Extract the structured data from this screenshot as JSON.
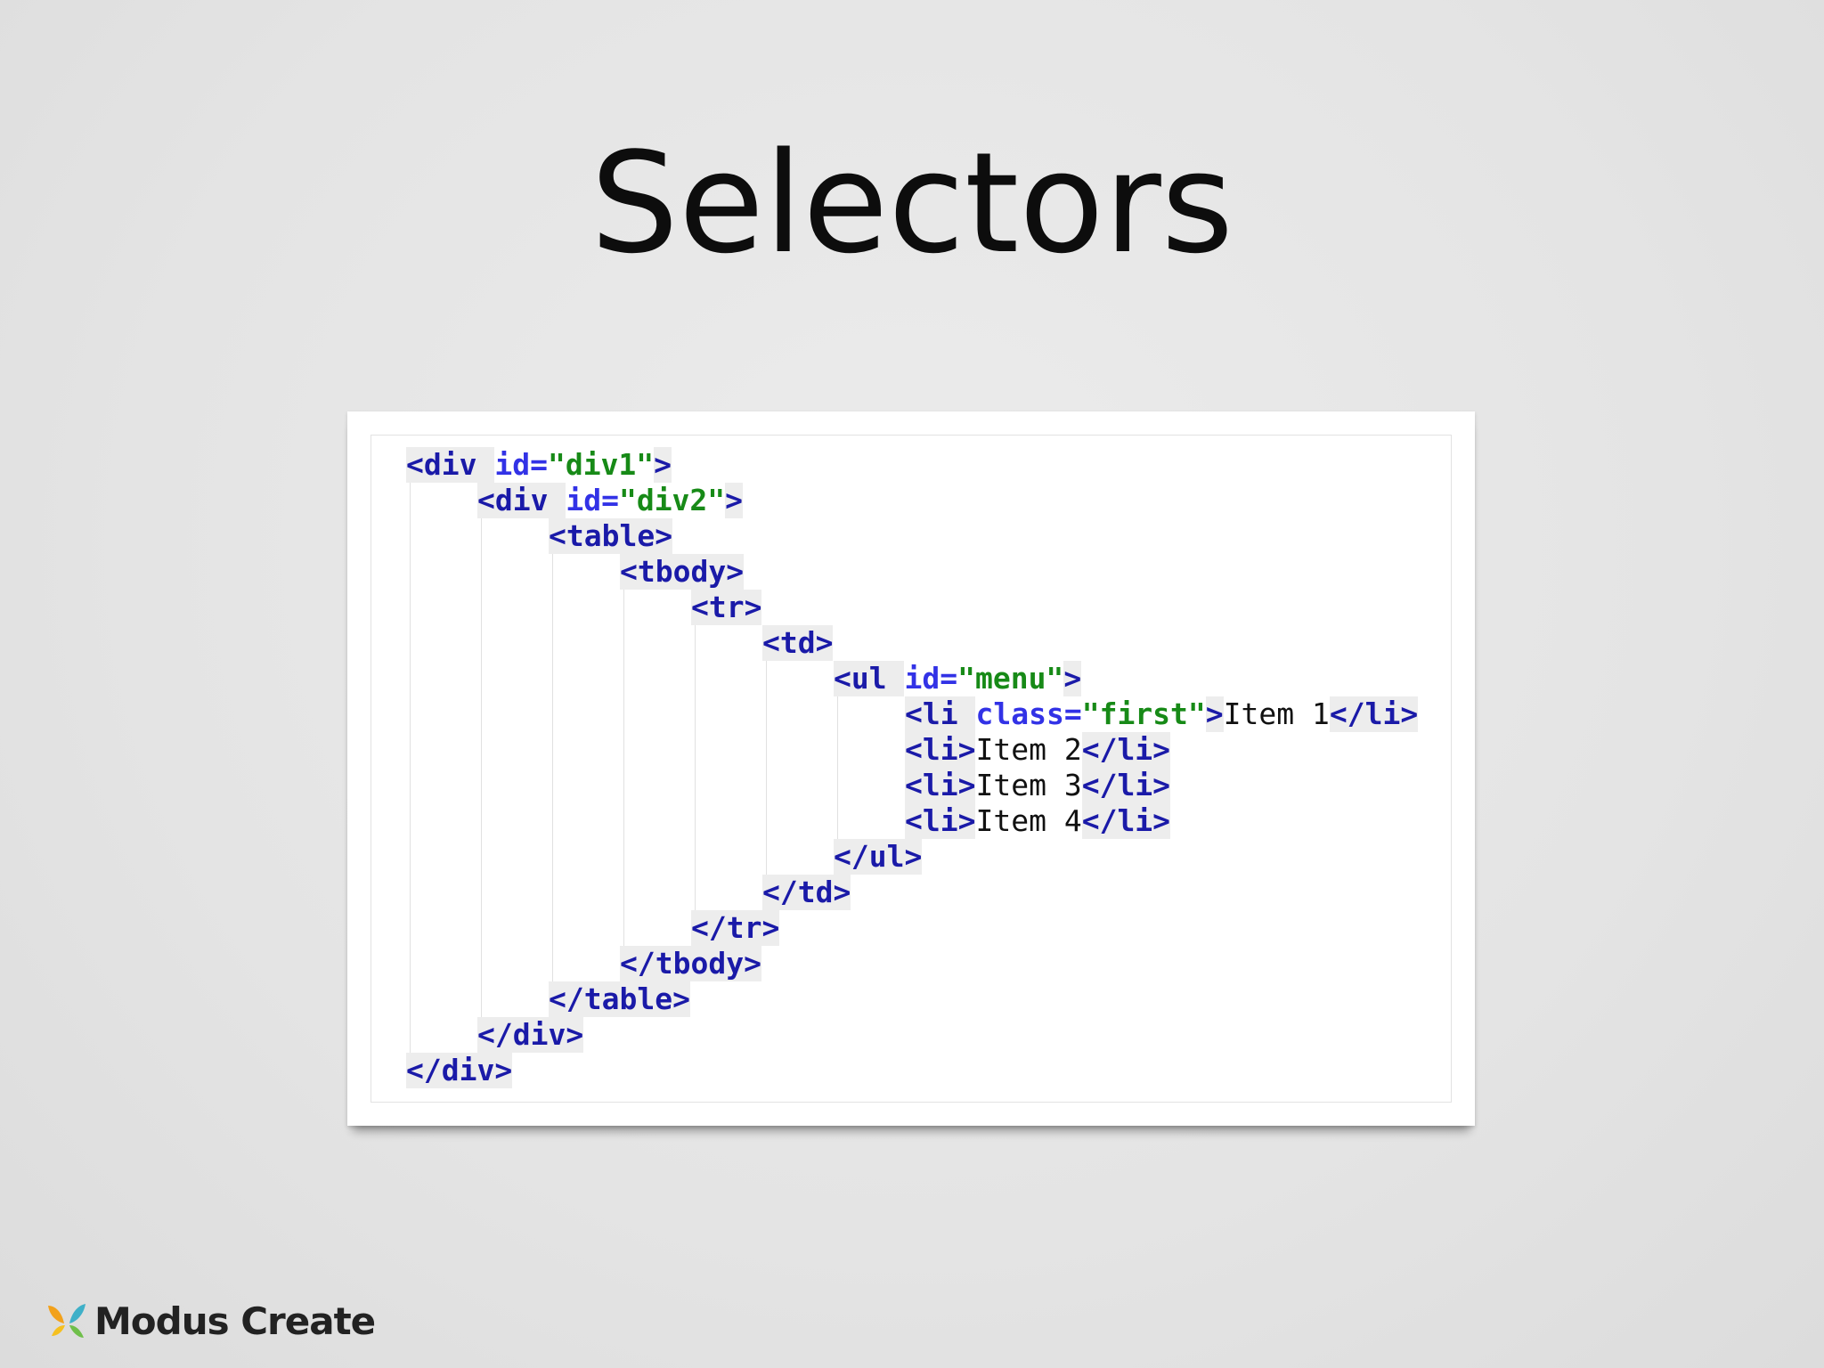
{
  "slide": {
    "title": "Selectors"
  },
  "code": {
    "lines": [
      {
        "indent": 0,
        "parts": [
          [
            "tag",
            "<div "
          ],
          [
            "attr",
            "id="
          ],
          [
            "val",
            "\"div1\""
          ],
          [
            "tag",
            ">"
          ]
        ]
      },
      {
        "indent": 1,
        "parts": [
          [
            "tag",
            "<div "
          ],
          [
            "attr",
            "id="
          ],
          [
            "val",
            "\"div2\""
          ],
          [
            "tag",
            ">"
          ]
        ]
      },
      {
        "indent": 2,
        "parts": [
          [
            "tag",
            "<table>"
          ]
        ]
      },
      {
        "indent": 3,
        "parts": [
          [
            "tag",
            "<tbody>"
          ]
        ]
      },
      {
        "indent": 4,
        "parts": [
          [
            "tag",
            "<tr>"
          ]
        ]
      },
      {
        "indent": 5,
        "parts": [
          [
            "tag",
            "<td>"
          ]
        ]
      },
      {
        "indent": 6,
        "parts": [
          [
            "tag",
            "<ul "
          ],
          [
            "attr",
            "id="
          ],
          [
            "val",
            "\"menu\""
          ],
          [
            "tag",
            ">"
          ]
        ]
      },
      {
        "indent": 7,
        "parts": [
          [
            "tag",
            "<li "
          ],
          [
            "attr",
            "class="
          ],
          [
            "val",
            "\"first\""
          ],
          [
            "tag",
            ">"
          ],
          [
            "txt",
            "Item 1"
          ],
          [
            "tag",
            "</li>"
          ]
        ]
      },
      {
        "indent": 7,
        "parts": [
          [
            "tag",
            "<li>"
          ],
          [
            "txt",
            "Item 2"
          ],
          [
            "tag",
            "</li>"
          ]
        ]
      },
      {
        "indent": 7,
        "parts": [
          [
            "tag",
            "<li>"
          ],
          [
            "txt",
            "Item 3"
          ],
          [
            "tag",
            "</li>"
          ]
        ]
      },
      {
        "indent": 7,
        "parts": [
          [
            "tag",
            "<li>"
          ],
          [
            "txt",
            "Item 4"
          ],
          [
            "tag",
            "</li>"
          ]
        ]
      },
      {
        "indent": 6,
        "parts": [
          [
            "tag",
            "</ul>"
          ]
        ]
      },
      {
        "indent": 5,
        "parts": [
          [
            "tag",
            "</td>"
          ]
        ]
      },
      {
        "indent": 4,
        "parts": [
          [
            "tag",
            "</tr>"
          ]
        ]
      },
      {
        "indent": 3,
        "parts": [
          [
            "tag",
            "</tbody>"
          ]
        ]
      },
      {
        "indent": 2,
        "parts": [
          [
            "tag",
            "</table>"
          ]
        ]
      },
      {
        "indent": 1,
        "parts": [
          [
            "tag",
            "</div>"
          ]
        ]
      },
      {
        "indent": 0,
        "parts": [
          [
            "tag",
            "</div>"
          ]
        ]
      }
    ]
  },
  "footer": {
    "logo_text": "Modus Create"
  },
  "colors": {
    "tag": "#1a1aa8",
    "attr": "#3232e6",
    "value": "#178a17",
    "text": "#111111"
  }
}
